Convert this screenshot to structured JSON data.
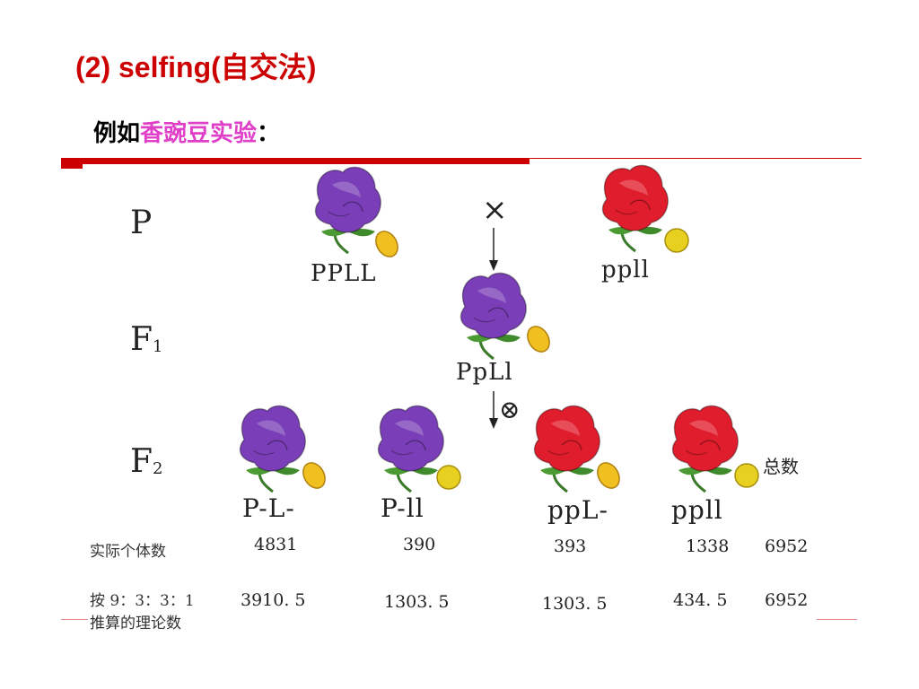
{
  "slide": {
    "title": "(2)  selfing(自交法)",
    "subtitle_prefix": "例如",
    "subtitle_highlight": "香豌豆实验",
    "subtitle_suffix": "："
  },
  "diagram": {
    "generations": {
      "p": "P",
      "f1_letter": "F",
      "f1_sub": "1",
      "f2_letter": "F",
      "f2_sub": "2"
    },
    "cross_symbol": "×",
    "self_symbol": "⊗",
    "parents": [
      {
        "genotype": "PPLL",
        "flower_color": "#7a3fb8"
      },
      {
        "genotype": "ppll",
        "flower_color": "#e01d2c"
      }
    ],
    "f1": {
      "genotype": "PpLl",
      "flower_color": "#7a3fb8"
    },
    "f2_genotypes": [
      "P-L-",
      "P-ll",
      "ppL-",
      "ppll"
    ],
    "total_label": "总数"
  },
  "table": {
    "row1_label": "实际个体数",
    "row1_values": [
      "4831",
      "390",
      "393",
      "1338",
      "6952"
    ],
    "row2_label_line1": "按 9：3：3：1",
    "row2_label_line2": "推算的理论数",
    "row2_values": [
      "3910. 5",
      "1303. 5",
      "1303. 5",
      "434. 5",
      "6952"
    ]
  },
  "colors": {
    "accent": "#cc0000",
    "highlight": "#e040c8",
    "purple_flower": "#7a3fb8",
    "red_flower": "#e01d2c",
    "seed": "#f0c020"
  }
}
